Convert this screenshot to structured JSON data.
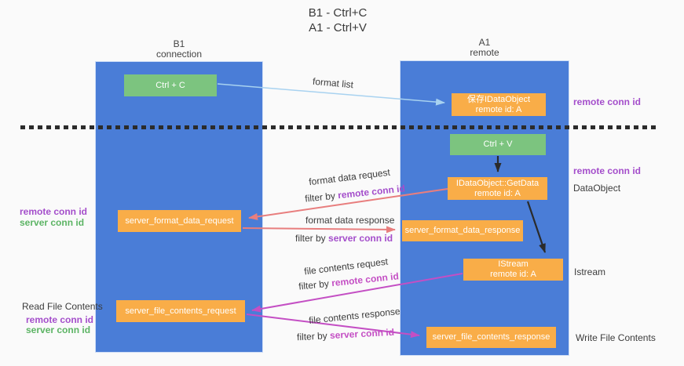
{
  "title": {
    "line1": "B1 - Ctrl+C",
    "line2": "A1 - Ctrl+V"
  },
  "lanes": {
    "left": {
      "title": "B1",
      "subtitle": "connection"
    },
    "right": {
      "title": "A1",
      "subtitle": "remote"
    }
  },
  "colors": {
    "bg": "#fafafa",
    "lane_blue": "#4a7dd7",
    "box_orange": "#f9ad48",
    "box_green": "#7cc47f",
    "arrow_lightblue": "#a8d2f0",
    "arrow_black": "#2b2b2b",
    "arrow_salmon": "#e87e7e",
    "arrow_magenta": "#c44fc4",
    "text_purple": "#a44ecb",
    "text_green": "#5cb464",
    "text_dark": "#3c3c3c"
  },
  "boxes": {
    "ctrl_c": "Ctrl + C",
    "save_obj_line1": "保存IDataObject",
    "save_obj_line2": "remote id: A",
    "ctrl_v": "Ctrl + V",
    "getdata_line1": "IDataObject::GetData",
    "getdata_line2": "remote id: A",
    "format_request": "server_format_data_request",
    "format_response": "server_format_data_response",
    "istream_line1": "IStream",
    "istream_line2": "remote id: A",
    "file_request": "server_file_contents_request",
    "file_response": "server_file_contents_response"
  },
  "labels": {
    "format_list": "format list",
    "format_data_request": "format data request",
    "format_data_response": "format data response",
    "file_contents_request": "file contents request",
    "file_contents_response": "file contents response",
    "filter_by": "filter by",
    "remote_conn_id": "remote conn id",
    "server_conn_id": "server conn id",
    "dataobject": "DataObject",
    "istream": "Istream",
    "read_file_contents": "Read File Contents",
    "write_file_contents": "Write File Contents"
  }
}
